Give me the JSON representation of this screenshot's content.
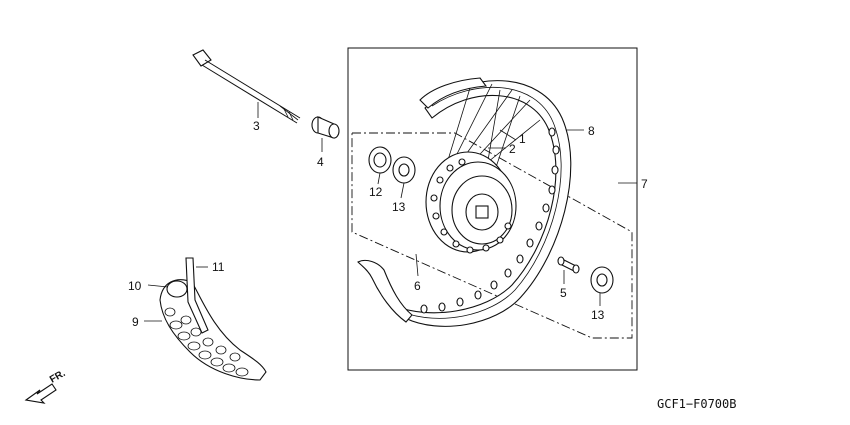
{
  "diagram": {
    "callouts": [
      {
        "id": "c1",
        "label": "1"
      },
      {
        "id": "c2",
        "label": "2"
      },
      {
        "id": "c3",
        "label": "3"
      },
      {
        "id": "c4",
        "label": "4"
      },
      {
        "id": "c5",
        "label": "5"
      },
      {
        "id": "c6",
        "label": "6"
      },
      {
        "id": "c7",
        "label": "7"
      },
      {
        "id": "c8",
        "label": "8"
      },
      {
        "id": "c9",
        "label": "9"
      },
      {
        "id": "c10",
        "label": "10"
      },
      {
        "id": "c11",
        "label": "11"
      },
      {
        "id": "c12",
        "label": "12"
      },
      {
        "id": "c13a",
        "label": "13"
      },
      {
        "id": "c13b",
        "label": "13"
      }
    ],
    "direction_label": "FR.",
    "diagram_code": "GCF1−F0700B",
    "colors": {
      "line": "#111111",
      "background": "#ffffff"
    }
  }
}
